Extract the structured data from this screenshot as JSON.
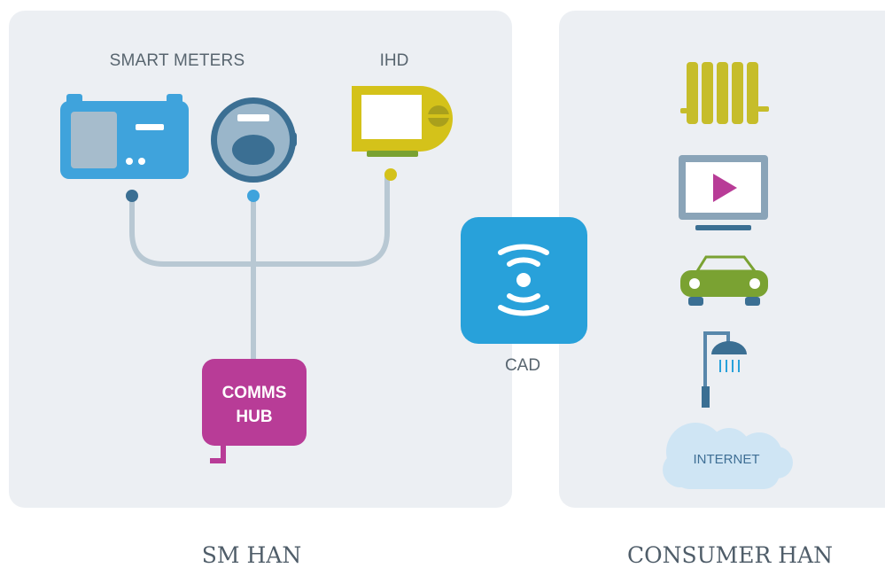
{
  "labels": {
    "smart_meters": "SMART METERS",
    "ihd": "IHD",
    "cad": "CAD",
    "comms_hub_line1": "COMMS",
    "comms_hub_line2": "HUB",
    "internet": "INTERNET",
    "sm_han": "SM HAN",
    "consumer_han": "CONSUMER HAN"
  },
  "colors": {
    "panel": "#eceff3",
    "meter_blue": "#3fa3dc",
    "meter_dark": "#3b6f93",
    "ihd_yellow": "#d4c21a",
    "comms_hub": "#b83c97",
    "cad": "#28a1da",
    "radiator": "#c6bd2a",
    "tv": "#8aa4b8",
    "play": "#b83c97",
    "car": "#7aa232",
    "shower": "#5887ab",
    "cloud": "#cfe5f4",
    "connector": "#b8c8d3"
  },
  "icons": [
    "gas-meter-icon",
    "electricity-meter-icon",
    "ihd-display-icon",
    "comms-hub-icon",
    "cad-wireless-icon",
    "radiator-icon",
    "tv-icon",
    "car-icon",
    "shower-icon",
    "cloud-icon"
  ]
}
